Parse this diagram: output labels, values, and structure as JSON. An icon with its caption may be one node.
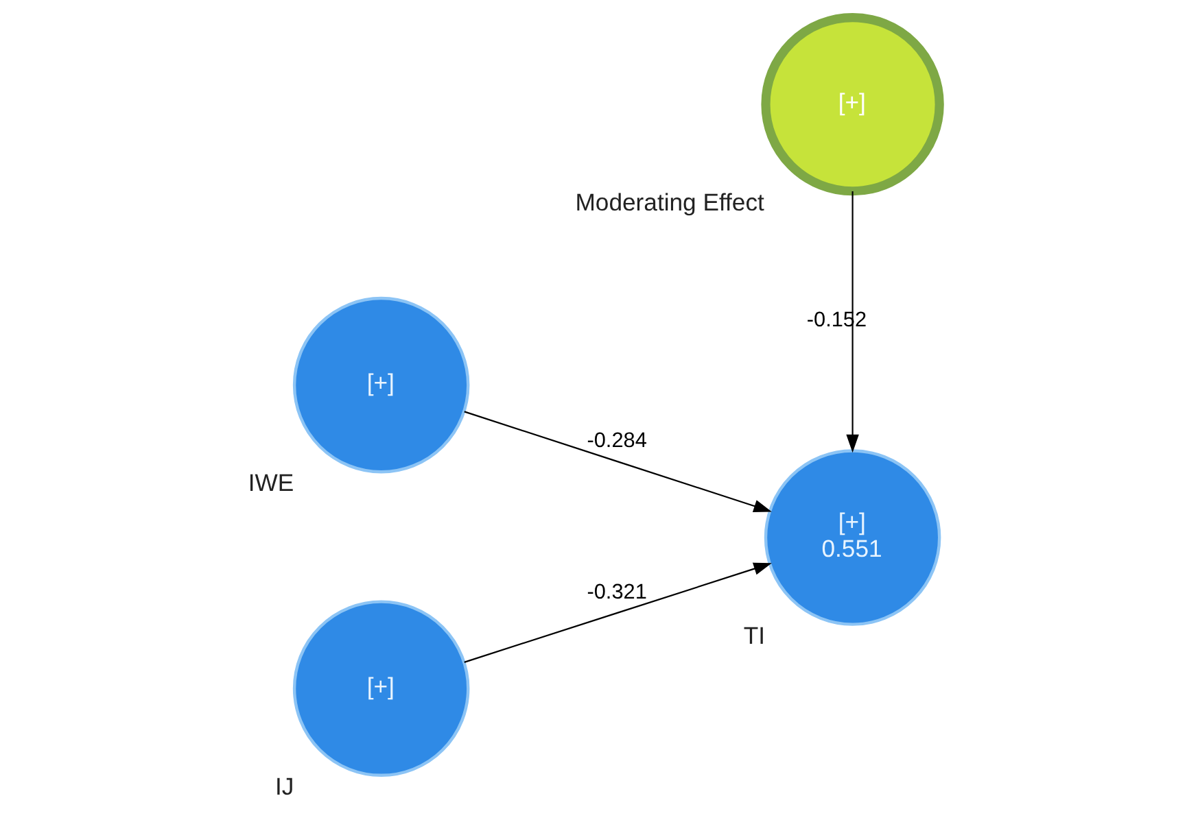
{
  "diagram": {
    "nodes": [
      {
        "text": [
          "[+]"
        ],
        "beside": [
          "IWE"
        ]
      },
      {
        "text": [
          "[+]"
        ],
        "beside": [
          "Moderating Effect"
        ]
      },
      {
        "text": [
          "[+]"
        ],
        "beside": [
          "IJ"
        ]
      },
      {
        "text": [
          "[+]",
          "0.551"
        ],
        "beside": [
          "TI"
        ]
      }
    ],
    "edges": [
      {
        "from": 0,
        "to": 3,
        "arrow": "to",
        "label": "-0.284"
      },
      {
        "from": 1,
        "to": 3,
        "arrow": "to",
        "label": "-0.152"
      },
      {
        "from": 2,
        "to": 3,
        "arrow": "to",
        "label": "-0.321"
      }
    ]
  }
}
